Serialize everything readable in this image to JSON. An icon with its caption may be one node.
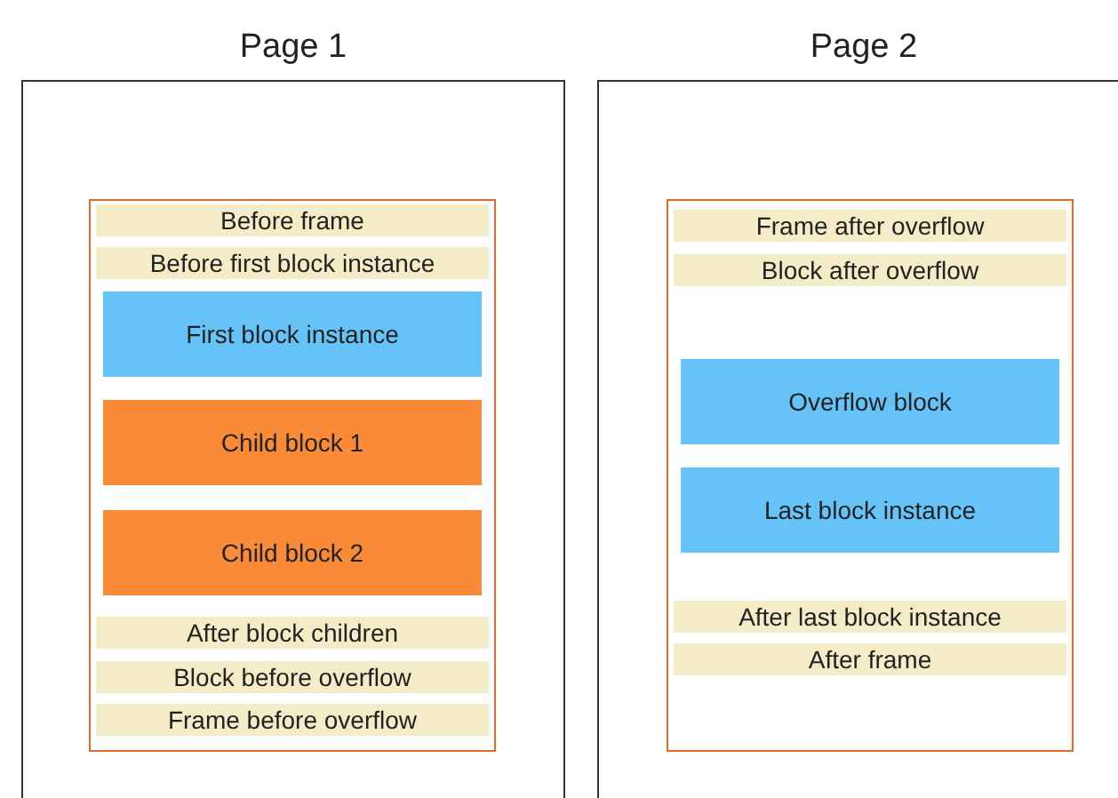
{
  "diagram": {
    "nodes": [
      {
        "text": [
          "Page 1"
        ]
      },
      {
        "text": [],
        "shape": "box",
        "in": 0
      },
      {
        "text": [
          "Before frame"
        ],
        "in": 1
      },
      {
        "text": [
          "Before first block instance"
        ],
        "in": 1
      },
      {
        "text": [
          "First block instance"
        ],
        "in": 1
      },
      {
        "text": [
          "Child block 1"
        ],
        "in": 1
      },
      {
        "text": [
          "Child block 2"
        ],
        "in": 1
      },
      {
        "text": [
          "After block children"
        ],
        "in": 1
      },
      {
        "text": [
          "Block before overflow"
        ],
        "in": 1
      },
      {
        "text": [
          "Frame before overflow"
        ],
        "in": 1
      },
      {
        "text": [
          "Page 2"
        ]
      },
      {
        "text": [],
        "shape": "box",
        "in": 10
      },
      {
        "text": [
          "Frame after overflow"
        ],
        "in": 11
      },
      {
        "text": [
          "Block after overflow"
        ],
        "in": 11
      },
      {
        "text": [
          "Overflow block"
        ],
        "in": 11
      },
      {
        "text": [
          "Last block instance"
        ],
        "in": 11
      },
      {
        "text": [
          "After last block instance"
        ],
        "in": 11
      },
      {
        "text": [
          "After frame"
        ],
        "in": 11
      }
    ],
    "edges": []
  }
}
